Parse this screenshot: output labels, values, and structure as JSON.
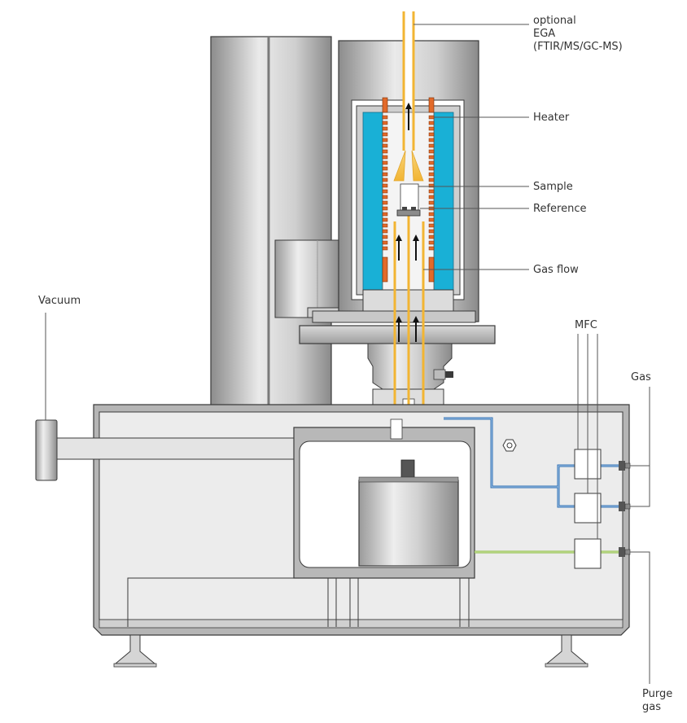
{
  "labels": {
    "ega": [
      "optional",
      "EGA",
      "(FTIR/MS/GC-MS)"
    ],
    "heater": "Heater",
    "sample": "Sample",
    "reference": "Reference",
    "gas_flow": "Gas flow",
    "vacuum": "Vacuum",
    "mfc": "MFC",
    "gas": "Gas",
    "purge_gas": [
      "Purge",
      "gas"
    ]
  },
  "colors": {
    "steel_light": "#e6e6e6",
    "steel_mid": "#bdbdbd",
    "steel_dark": "#8c8c8c",
    "outline": "#3a3a3a",
    "furnace_blue": "#19b0d6",
    "heater_orange": "#e26a2a",
    "gas_yellow": "#f6c142",
    "gas_line_blue": "#2f6fb3",
    "purge_line_green": "#8dbb45",
    "panel_fill": "#ececec"
  },
  "icons": {
    "arrows": "up-arrow-icon",
    "nut": "hex-nut-icon",
    "connector": "gas-connector-icon"
  }
}
